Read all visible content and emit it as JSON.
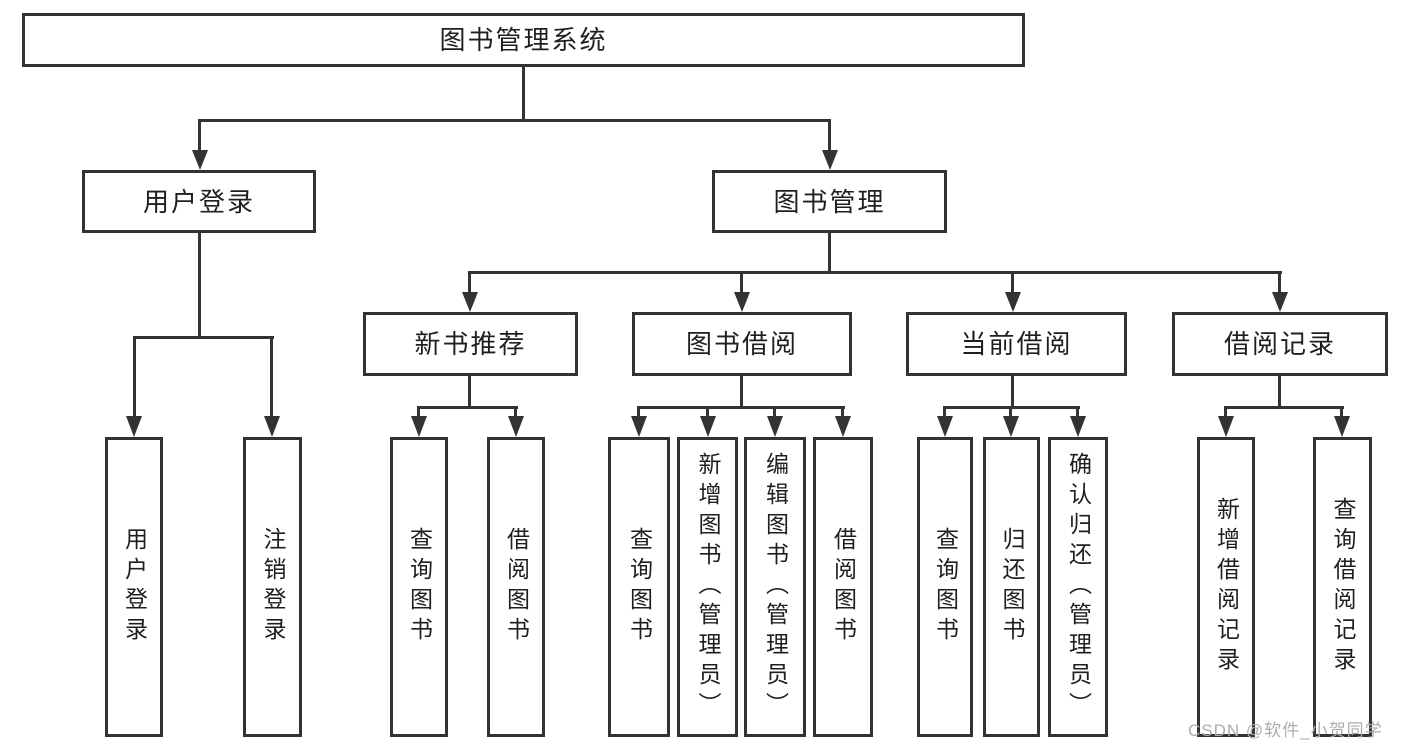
{
  "tree": {
    "label": "图书管理系统",
    "children": [
      {
        "label": "用户登录",
        "children": [
          {
            "label": "用户登录"
          },
          {
            "label": "注销登录"
          }
        ]
      },
      {
        "label": "图书管理",
        "children": [
          {
            "label": "新书推荐",
            "children": [
              {
                "label": "查询图书"
              },
              {
                "label": "借阅图书"
              }
            ]
          },
          {
            "label": "图书借阅",
            "children": [
              {
                "label": "查询图书"
              },
              {
                "label": "新增图书（管理员）"
              },
              {
                "label": "编辑图书（管理员）"
              },
              {
                "label": "借阅图书"
              }
            ]
          },
          {
            "label": "当前借阅",
            "children": [
              {
                "label": "查询图书"
              },
              {
                "label": "归还图书"
              },
              {
                "label": "确认归还（管理员）"
              }
            ]
          },
          {
            "label": "借阅记录",
            "children": [
              {
                "label": "新增借阅记录"
              },
              {
                "label": "查询借阅记录"
              }
            ]
          }
        ]
      }
    ]
  },
  "watermark": {
    "text": "CSDN @软件_小贺同学"
  },
  "colors": {
    "line": "#333333",
    "text": "#1f1f1f",
    "watermark": "#adadad",
    "background": "#ffffff"
  }
}
